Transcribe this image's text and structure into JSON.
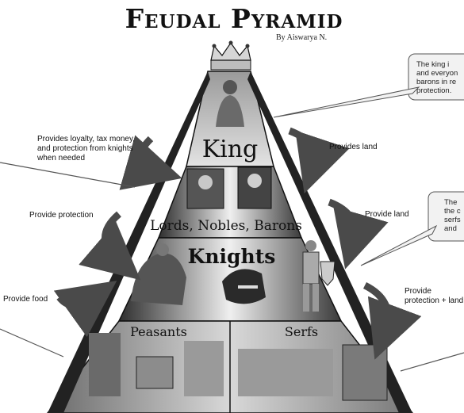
{
  "header": {
    "title": "Feudal Pyramid",
    "byline": "By Aiswarya N."
  },
  "tiers": {
    "king": "King",
    "lords": "Lords, Nobles, Barons",
    "knights": "Knights",
    "peasants": "Peasants",
    "serfs": "Serfs"
  },
  "arrow_notes": {
    "loyalty": [
      "Provides loyalty, tax money,",
      "and protection from knights",
      "when needed"
    ],
    "provides_land": "Provides land",
    "provide_protection": "Provide protection",
    "provide_land": "Provide land",
    "provide_food": "Provide food",
    "provide_protection_land": [
      "Provide",
      "protection + land"
    ]
  },
  "callouts": {
    "king_callout": [
      "The king i",
      "and everyon",
      "barons in re",
      "protection."
    ],
    "serfs_callout": [
      "The",
      "the c",
      "serfs",
      "and"
    ]
  },
  "colors": {
    "ink": "#111111",
    "pyramid_dark": "#3a3a3a",
    "pyramid_mid": "#8a8a8a",
    "pyramid_light": "#d9d9d9",
    "arrow": "#4a4a4a"
  },
  "icons": [
    "crown-icon",
    "curved-arrow-icon",
    "speech-bubble-icon",
    "helmet-icon"
  ]
}
